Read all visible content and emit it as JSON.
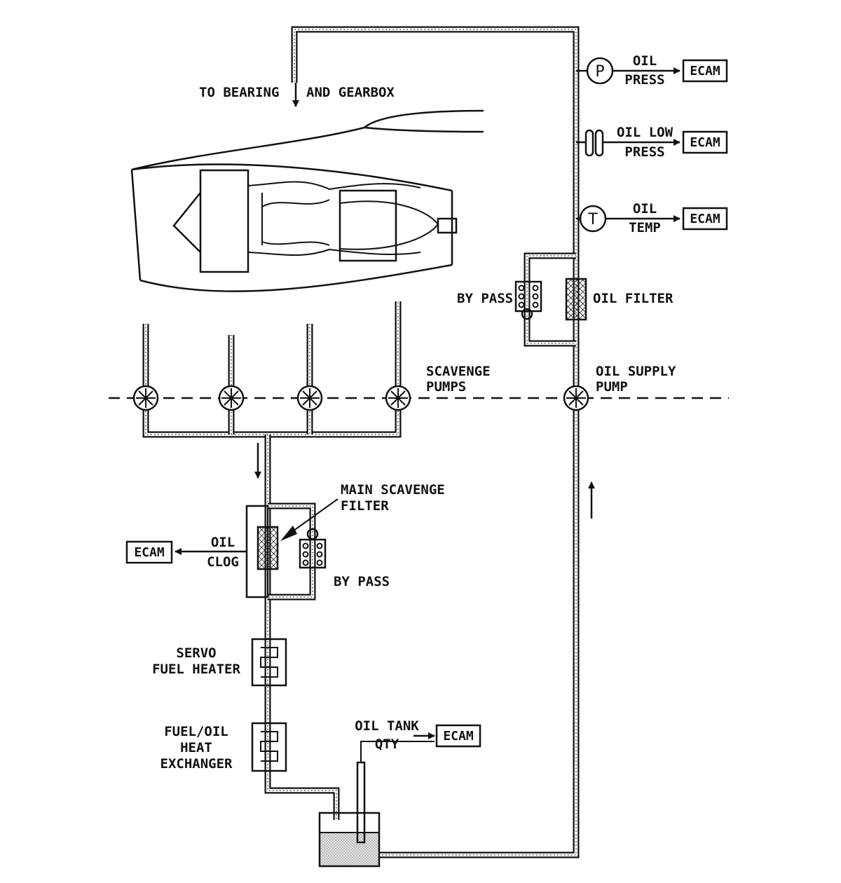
{
  "labels": {
    "to_bearing": "TO BEARING",
    "and_gearbox": "AND GEARBOX",
    "oil_press_line1": "OIL",
    "oil_press_line2": "PRESS",
    "oil_low_press_line1": "OIL LOW",
    "oil_low_press_line2": "PRESS",
    "oil_temp_line1": "OIL",
    "oil_temp_line2": "TEMP",
    "by_pass_top": "BY PASS",
    "oil_filter": "OIL FILTER",
    "scavenge_pumps_line1": "SCAVENGE",
    "scavenge_pumps_line2": "PUMPS",
    "oil_supply_pump_line1": "OIL SUPPLY",
    "oil_supply_pump_line2": "PUMP",
    "main_scavenge_filter_line1": "MAIN SCAVENGE",
    "main_scavenge_filter_line2": "FILTER",
    "oil_clog_line1": "OIL",
    "oil_clog_line2": "CLOG",
    "by_pass_bottom": "BY PASS",
    "servo_fuel_heater_line1": "SERVO",
    "servo_fuel_heater_line2": "FUEL HEATER",
    "fuel_oil_heat_exchanger_line1": "FUEL/OIL",
    "fuel_oil_heat_exchanger_line2": "HEAT",
    "fuel_oil_heat_exchanger_line3": "EXCHANGER",
    "oil_tank_qty_line1": "OIL TANK",
    "oil_tank_qty_line2": "QTY"
  },
  "ecam_boxes": {
    "oil_press": "ECAM",
    "oil_low_press": "ECAM",
    "oil_temp": "ECAM",
    "oil_clog": "ECAM",
    "oil_tank_qty": "ECAM"
  },
  "symbols": {
    "pressure_transmitter": "P",
    "temperature_transmitter": "T"
  }
}
